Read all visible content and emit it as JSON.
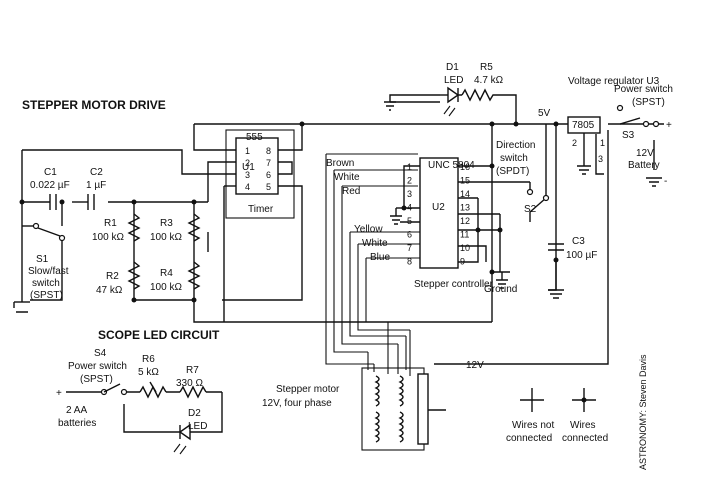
{
  "diagram": {
    "title": "STEPPER MOTOR DRIVE",
    "scope_title": "SCOPE LED CIRCUIT",
    "credit": "ASTRONOMY: Steven Davis",
    "components": {
      "u1": {
        "part": "555",
        "ref": "U1",
        "caption": "Timer",
        "pins_left": [
          "1",
          "2",
          "3",
          "4"
        ],
        "pins_right": [
          "8",
          "7",
          "6",
          "5"
        ]
      },
      "u2": {
        "part": "UNC 5804",
        "ref": "U2",
        "caption": "Stepper controller",
        "pins_left": [
          "1",
          "2",
          "3",
          "4",
          "5",
          "6",
          "7",
          "8"
        ],
        "pins_right": [
          "16",
          "15",
          "14",
          "13",
          "12",
          "11",
          "10",
          "9"
        ]
      },
      "u3": {
        "part": "7805",
        "label": "Voltage regulator U3",
        "pin_left": "2",
        "pin_right": "1",
        "pin_bottom": "3"
      },
      "c1": {
        "ref": "C1",
        "value": "0.022 µF"
      },
      "c2": {
        "ref": "C2",
        "value": "1 µF"
      },
      "c3": {
        "ref": "C3",
        "value": "100 µF"
      },
      "r1": {
        "ref": "R1",
        "value": "100 kΩ"
      },
      "r2": {
        "ref": "R2",
        "value": "47 kΩ"
      },
      "r3": {
        "ref": "R3",
        "value": "100 kΩ"
      },
      "r4": {
        "ref": "R4",
        "value": "100 kΩ"
      },
      "r5": {
        "ref": "R5",
        "value": "4.7 kΩ"
      },
      "r6": {
        "ref": "R6",
        "value": "5 kΩ"
      },
      "r7": {
        "ref": "R7",
        "value": "330 Ω"
      },
      "d1": {
        "ref": "D1",
        "value": "LED"
      },
      "d2": {
        "ref": "D2",
        "value": "LED"
      },
      "s1": {
        "ref": "S1",
        "lines": [
          "Slow/fast",
          "switch",
          "(SPST)"
        ]
      },
      "s2": {
        "ref": "S2",
        "lines": [
          "Direction",
          "switch",
          "(SPDT)"
        ]
      },
      "s3": {
        "ref": "S3",
        "lines": [
          "Power switch",
          "(SPST)"
        ]
      },
      "s4": {
        "ref": "S4",
        "lines": [
          "Power switch",
          "(SPST)"
        ]
      },
      "battery12": {
        "lines": [
          "12V",
          "Battery"
        ],
        "plus": "+",
        "minus": "-"
      },
      "aa": {
        "plus": "+",
        "lines": [
          "2 AA",
          "batteries"
        ]
      },
      "motor": {
        "lines": [
          "Stepper motor",
          "12V, four phase"
        ]
      }
    },
    "wires": [
      "Brown",
      "White",
      "Red",
      "Yellow",
      "White",
      "Blue"
    ],
    "net_labels": {
      "v5": "5V",
      "v12": "12V",
      "ground": "Ground"
    },
    "legend": {
      "not_connected": [
        "Wires not",
        "connected"
      ],
      "connected": [
        "Wires",
        "connected"
      ]
    }
  }
}
